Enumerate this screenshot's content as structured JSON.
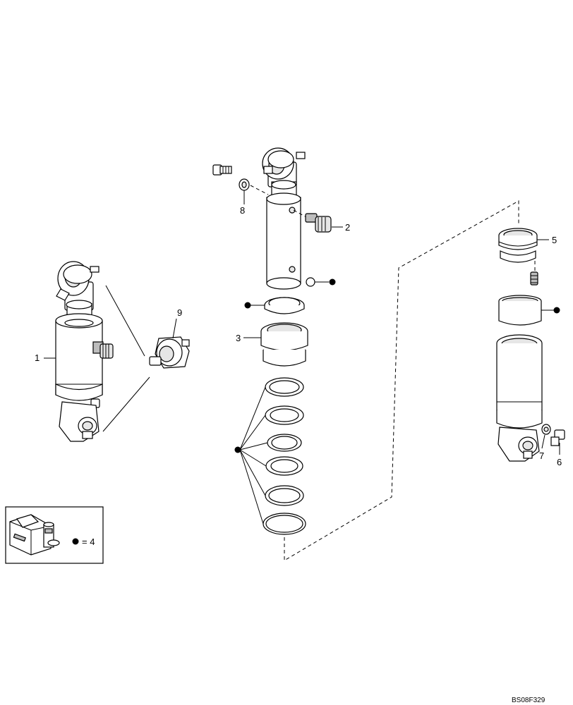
{
  "diagram": {
    "drawing_id": "BS08F329",
    "callouts": [
      {
        "id": "1",
        "text": "1"
      },
      {
        "id": "2",
        "text": "2"
      },
      {
        "id": "3",
        "text": "3"
      },
      {
        "id": "5",
        "text": "5"
      },
      {
        "id": "6",
        "text": "6"
      },
      {
        "id": "7",
        "text": "7"
      },
      {
        "id": "8",
        "text": "8"
      },
      {
        "id": "9",
        "text": "9"
      }
    ],
    "legend": {
      "text": "= 4"
    },
    "seal_kit_marker": "●"
  }
}
